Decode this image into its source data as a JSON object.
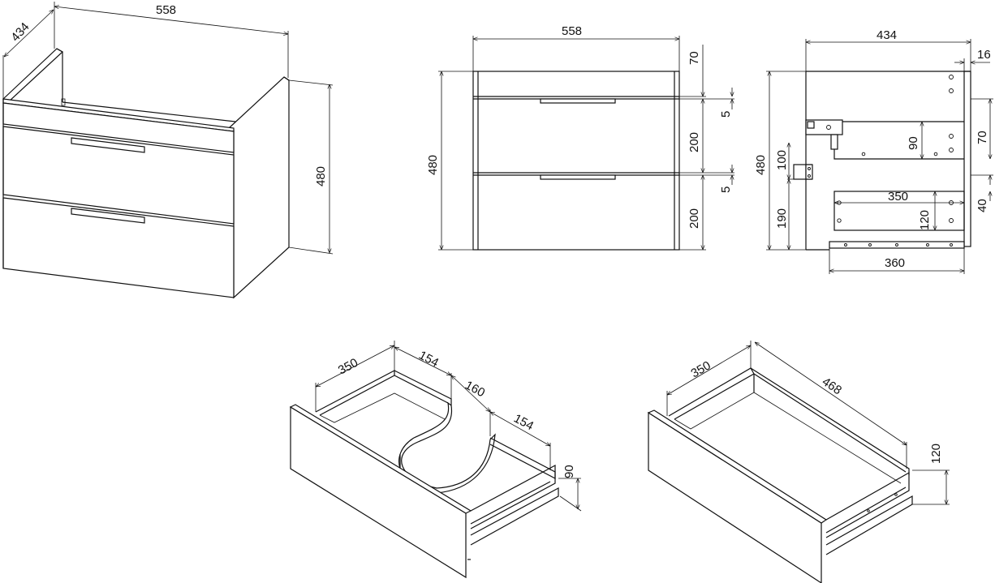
{
  "views": {
    "iso": {
      "width": "558",
      "depth": "434",
      "height": "480"
    },
    "front": {
      "width": "558",
      "height": "480",
      "top_rail": "70",
      "gap1": "5",
      "drawer1": "200",
      "gap2": "5",
      "drawer2": "200"
    },
    "side": {
      "depth": "434",
      "height": "480",
      "offset": "16",
      "h70": "70",
      "h90": "90",
      "h100": "100",
      "h190": "190",
      "h350": "350",
      "h120": "120",
      "h40": "40",
      "h360": "360"
    },
    "drawer_cutout": {
      "width": "350",
      "side1": "154",
      "cut": "160",
      "side2": "154",
      "height": "90"
    },
    "drawer_full": {
      "width": "350",
      "length": "468",
      "height": "120"
    }
  }
}
